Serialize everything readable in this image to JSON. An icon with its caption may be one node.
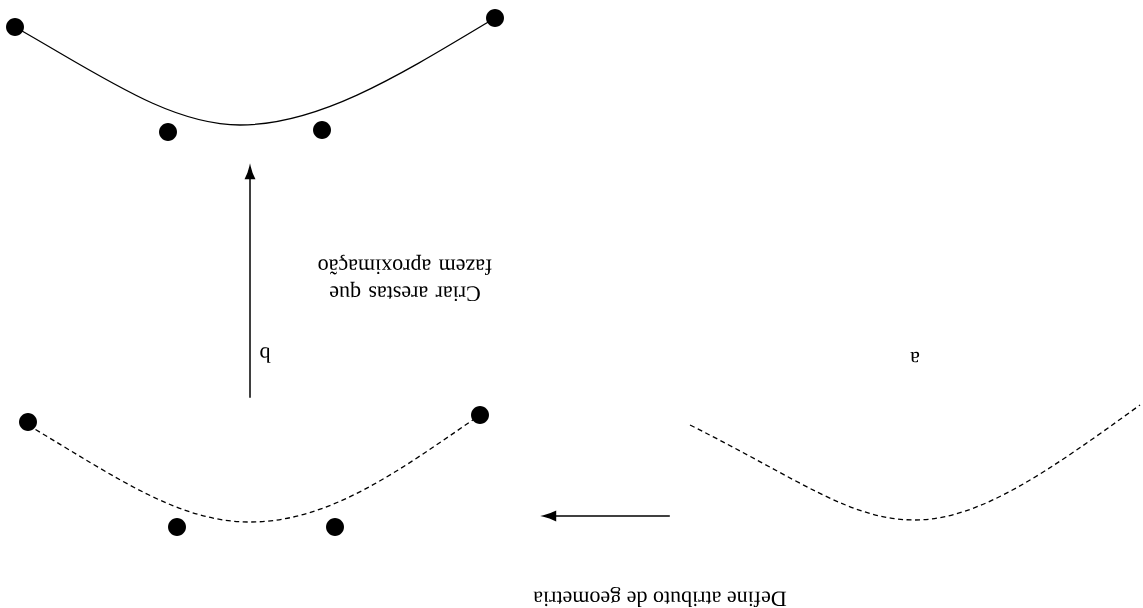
{
  "diagram": {
    "nodes": [
      {
        "text": [],
        "shape": "curve",
        "beside": [
          "a"
        ]
      },
      {
        "text": [],
        "shape": "curve",
        "beside": [
          "b"
        ]
      },
      {
        "text": [],
        "shape": "curve"
      }
    ],
    "edges": [
      {
        "from": 0,
        "to": 1,
        "arrow": "to",
        "label": "Define atributo de geometria"
      },
      {
        "from": 1,
        "to": 2,
        "arrow": "to",
        "label": "Criar arestas que fazem aproximação"
      }
    ]
  }
}
